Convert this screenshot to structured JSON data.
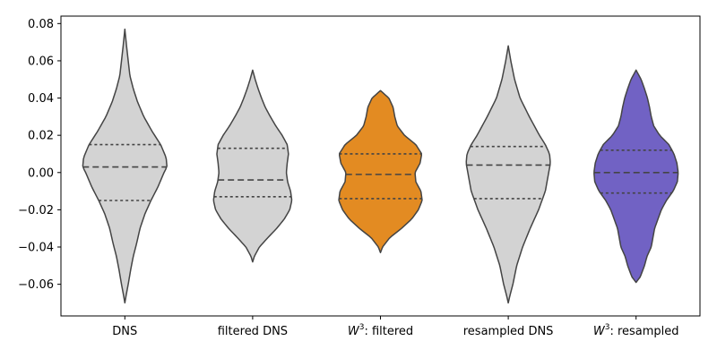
{
  "chart_data": {
    "type": "violin",
    "title": "",
    "xlabel": "",
    "ylabel": "",
    "ylim": [
      -0.077,
      0.084
    ],
    "y_ticks": [
      -0.06,
      -0.04,
      -0.02,
      0.0,
      0.02,
      0.04,
      0.06,
      0.08
    ],
    "y_tick_labels": [
      "−0.06",
      "−0.04",
      "−0.02",
      "0.00",
      "0.02",
      "0.04",
      "0.06",
      "0.08"
    ],
    "grid": false,
    "inner": "quartile",
    "violins": [
      {
        "category": "DNS",
        "label_parts": [
          "DNS"
        ],
        "color": "#d3d3d3",
        "min": -0.07,
        "max": 0.077,
        "q1": -0.015,
        "median": 0.003,
        "q3": 0.015,
        "density": [
          [
            -0.07,
            0.0
          ],
          [
            -0.066,
            0.03
          ],
          [
            -0.06,
            0.08
          ],
          [
            -0.052,
            0.14
          ],
          [
            -0.045,
            0.2
          ],
          [
            -0.038,
            0.28
          ],
          [
            -0.03,
            0.36
          ],
          [
            -0.022,
            0.48
          ],
          [
            -0.015,
            0.62
          ],
          [
            -0.008,
            0.78
          ],
          [
            0.0,
            0.93
          ],
          [
            0.003,
            1.0
          ],
          [
            0.008,
            0.98
          ],
          [
            0.015,
            0.85
          ],
          [
            0.022,
            0.65
          ],
          [
            0.03,
            0.45
          ],
          [
            0.038,
            0.3
          ],
          [
            0.045,
            0.2
          ],
          [
            0.052,
            0.12
          ],
          [
            0.06,
            0.08
          ],
          [
            0.068,
            0.04
          ],
          [
            0.077,
            0.0
          ]
        ]
      },
      {
        "category": "filtered DNS",
        "label_parts": [
          "filtered DNS"
        ],
        "color": "#d3d3d3",
        "min": -0.048,
        "max": 0.055,
        "q1": -0.013,
        "median": -0.004,
        "q3": 0.013,
        "density": [
          [
            -0.048,
            0.0
          ],
          [
            -0.045,
            0.04
          ],
          [
            -0.04,
            0.16
          ],
          [
            -0.035,
            0.36
          ],
          [
            -0.03,
            0.57
          ],
          [
            -0.025,
            0.75
          ],
          [
            -0.02,
            0.88
          ],
          [
            -0.015,
            0.93
          ],
          [
            -0.01,
            0.9
          ],
          [
            -0.005,
            0.83
          ],
          [
            0.0,
            0.8
          ],
          [
            0.005,
            0.82
          ],
          [
            0.01,
            0.85
          ],
          [
            0.015,
            0.82
          ],
          [
            0.02,
            0.7
          ],
          [
            0.025,
            0.55
          ],
          [
            0.03,
            0.42
          ],
          [
            0.035,
            0.3
          ],
          [
            0.04,
            0.21
          ],
          [
            0.045,
            0.13
          ],
          [
            0.05,
            0.06
          ],
          [
            0.055,
            0.0
          ]
        ]
      },
      {
        "category": "W^3: filtered",
        "label_parts": [
          "W",
          "3",
          ": filtered"
        ],
        "color": "#e38b22",
        "min": -0.043,
        "max": 0.044,
        "q1": -0.014,
        "median": -0.001,
        "q3": 0.01,
        "density": [
          [
            -0.043,
            0.0
          ],
          [
            -0.04,
            0.05
          ],
          [
            -0.035,
            0.22
          ],
          [
            -0.03,
            0.5
          ],
          [
            -0.025,
            0.74
          ],
          [
            -0.02,
            0.9
          ],
          [
            -0.015,
            0.99
          ],
          [
            -0.01,
            0.96
          ],
          [
            -0.005,
            0.84
          ],
          [
            0.0,
            0.82
          ],
          [
            0.005,
            0.94
          ],
          [
            0.01,
            0.98
          ],
          [
            0.015,
            0.84
          ],
          [
            0.02,
            0.57
          ],
          [
            0.025,
            0.4
          ],
          [
            0.03,
            0.34
          ],
          [
            0.035,
            0.3
          ],
          [
            0.04,
            0.2
          ],
          [
            0.044,
            0.0
          ]
        ]
      },
      {
        "category": "resampled DNS",
        "label_parts": [
          "resampled DNS"
        ],
        "color": "#d3d3d3",
        "min": -0.07,
        "max": 0.068,
        "q1": -0.014,
        "median": 0.004,
        "q3": 0.014,
        "density": [
          [
            -0.07,
            0.0
          ],
          [
            -0.066,
            0.04
          ],
          [
            -0.06,
            0.11
          ],
          [
            -0.05,
            0.2
          ],
          [
            -0.04,
            0.34
          ],
          [
            -0.03,
            0.52
          ],
          [
            -0.02,
            0.72
          ],
          [
            -0.01,
            0.88
          ],
          [
            0.0,
            0.96
          ],
          [
            0.005,
            1.0
          ],
          [
            0.01,
            0.98
          ],
          [
            0.015,
            0.88
          ],
          [
            0.02,
            0.74
          ],
          [
            0.03,
            0.5
          ],
          [
            0.04,
            0.28
          ],
          [
            0.05,
            0.15
          ],
          [
            0.06,
            0.06
          ],
          [
            0.068,
            0.0
          ]
        ]
      },
      {
        "category": "W^3: resampled",
        "label_parts": [
          "W",
          "3",
          ": resampled"
        ],
        "color": "#7162c4",
        "min": -0.059,
        "max": 0.055,
        "q1": -0.011,
        "median": 0.0,
        "q3": 0.012,
        "density": [
          [
            -0.059,
            0.0
          ],
          [
            -0.056,
            0.1
          ],
          [
            -0.05,
            0.2
          ],
          [
            -0.045,
            0.26
          ],
          [
            -0.04,
            0.36
          ],
          [
            -0.035,
            0.4
          ],
          [
            -0.03,
            0.44
          ],
          [
            -0.025,
            0.52
          ],
          [
            -0.02,
            0.6
          ],
          [
            -0.015,
            0.72
          ],
          [
            -0.01,
            0.88
          ],
          [
            -0.005,
            0.98
          ],
          [
            0.0,
            1.0
          ],
          [
            0.005,
            0.97
          ],
          [
            0.01,
            0.9
          ],
          [
            0.015,
            0.78
          ],
          [
            0.02,
            0.56
          ],
          [
            0.025,
            0.42
          ],
          [
            0.03,
            0.36
          ],
          [
            0.035,
            0.32
          ],
          [
            0.04,
            0.27
          ],
          [
            0.045,
            0.2
          ],
          [
            0.05,
            0.12
          ],
          [
            0.055,
            0.0
          ]
        ]
      }
    ]
  }
}
